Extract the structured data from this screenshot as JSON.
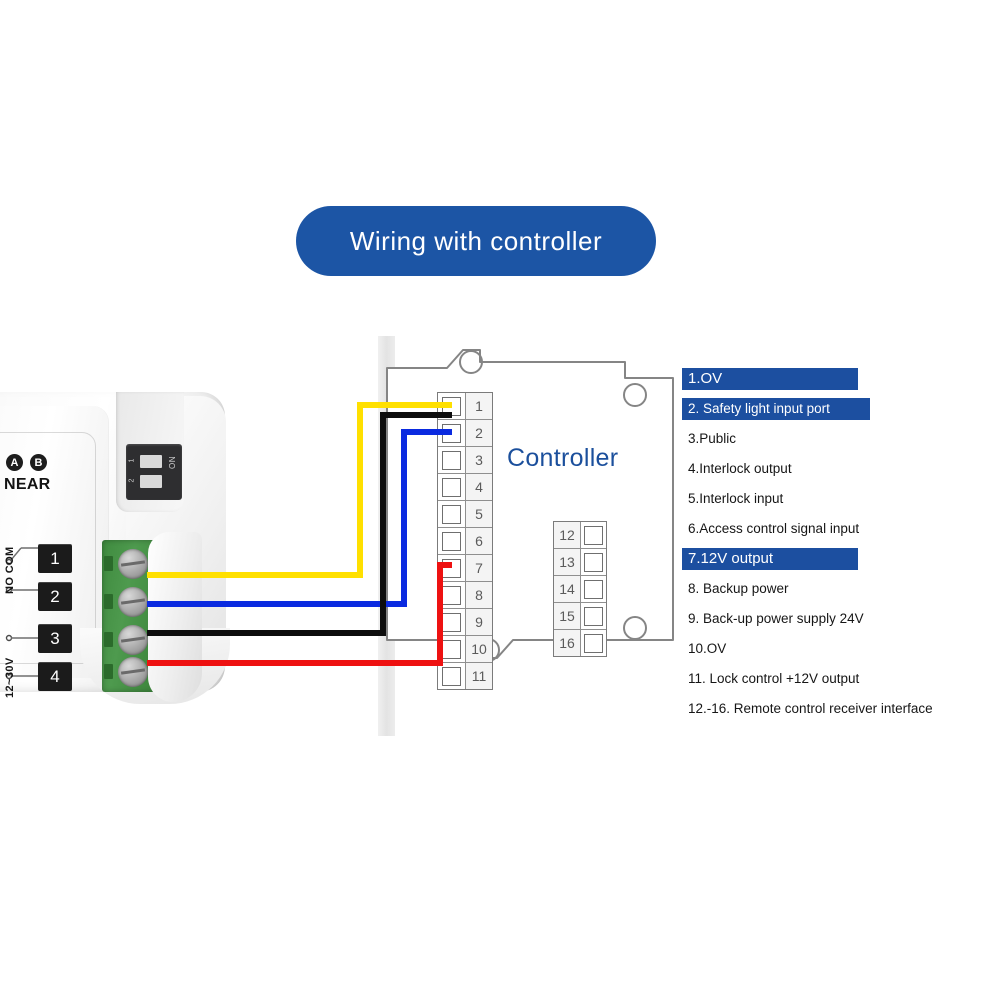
{
  "title": {
    "text": "Wiring with controller",
    "banner_color": "#1c55a5"
  },
  "controller": {
    "label": "Controller",
    "label_color": "#1b4f9c",
    "terminals_main": [
      "1",
      "2",
      "3",
      "4",
      "5",
      "6",
      "7",
      "8",
      "9",
      "10",
      "11"
    ],
    "terminals_secondary": [
      "12",
      "13",
      "14",
      "15",
      "16"
    ]
  },
  "sensor": {
    "pads": [
      "1",
      "2",
      "3",
      "4"
    ],
    "label_no_com": "NO COM",
    "label_voltage": "12~30V",
    "dip_on": "ON",
    "dip_numbers": [
      "1",
      "2"
    ],
    "switch_a": "A",
    "switch_b": "B",
    "near_label": "NEAR",
    "lever_numbers": [
      "1",
      "2"
    ]
  },
  "wires": [
    {
      "name": "yellow-wire",
      "color": "#ffe000",
      "from_pad": "1",
      "to_terminal": "1"
    },
    {
      "name": "blue-wire",
      "color": "#0a2ae0",
      "from_pad": "2",
      "to_terminal": "2"
    },
    {
      "name": "black-wire",
      "color": "#0d0d0d",
      "from_pad": "3",
      "to_terminal": "1"
    },
    {
      "name": "red-wire",
      "color": "#ee1111",
      "from_pad": "4",
      "to_terminal": "7"
    }
  ],
  "legend": {
    "highlight_color": "#1c4fa0",
    "items": [
      {
        "text": "1.OV",
        "highlighted": true
      },
      {
        "text": "2. Safety light input port",
        "highlighted": true
      },
      {
        "text": "3.Public",
        "highlighted": false
      },
      {
        "text": "4.Interlock output",
        "highlighted": false
      },
      {
        "text": "5.Interlock input",
        "highlighted": false
      },
      {
        "text": "6.Access control signal input",
        "highlighted": false
      },
      {
        "text": "7.12V output",
        "highlighted": true
      },
      {
        "text": "8. Backup power",
        "highlighted": false
      },
      {
        "text": "9. Back-up power supply 24V",
        "highlighted": false
      },
      {
        "text": "10.OV",
        "highlighted": false
      },
      {
        "text": "11. Lock control +12V output",
        "highlighted": false
      },
      {
        "text": "12.-16. Remote control receiver interface",
        "highlighted": false
      }
    ]
  }
}
